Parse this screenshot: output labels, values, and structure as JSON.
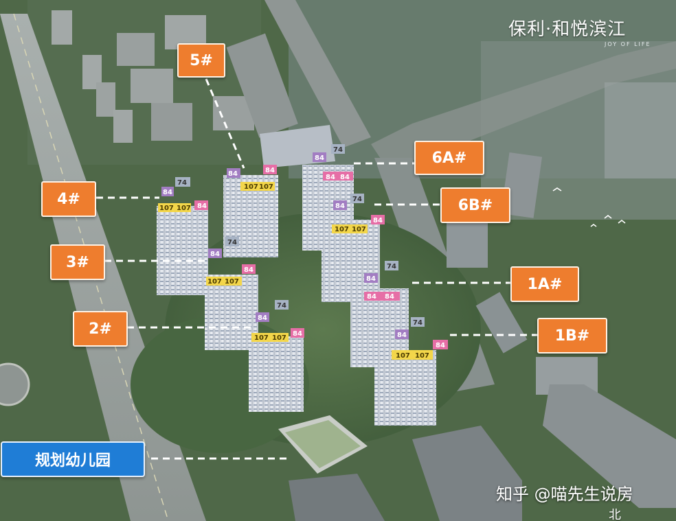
{
  "brand": {
    "name": "保利·和悦滨江",
    "tagline": "JOY OF LIFE"
  },
  "watermark": "知乎 @喵先生说房",
  "north_label": "北",
  "units": {
    "a": "107",
    "b": "84",
    "c": "74"
  },
  "buildings": [
    {
      "id": "5",
      "label": "5#"
    },
    {
      "id": "4",
      "label": "4#"
    },
    {
      "id": "3",
      "label": "3#"
    },
    {
      "id": "2",
      "label": "2#"
    },
    {
      "id": "6a",
      "label": "6A#"
    },
    {
      "id": "6b",
      "label": "6B#"
    },
    {
      "id": "1a",
      "label": "1A#"
    },
    {
      "id": "1b",
      "label": "1B#"
    }
  ],
  "kindergarten": {
    "label": "规划幼儿园"
  },
  "colors": {
    "label_orange": "#ee7d2e",
    "label_blue": "#1f7dd6",
    "unit_107": "#f3d64a",
    "unit_84": "#e66ea6",
    "unit_74": "#a7b3c4"
  }
}
